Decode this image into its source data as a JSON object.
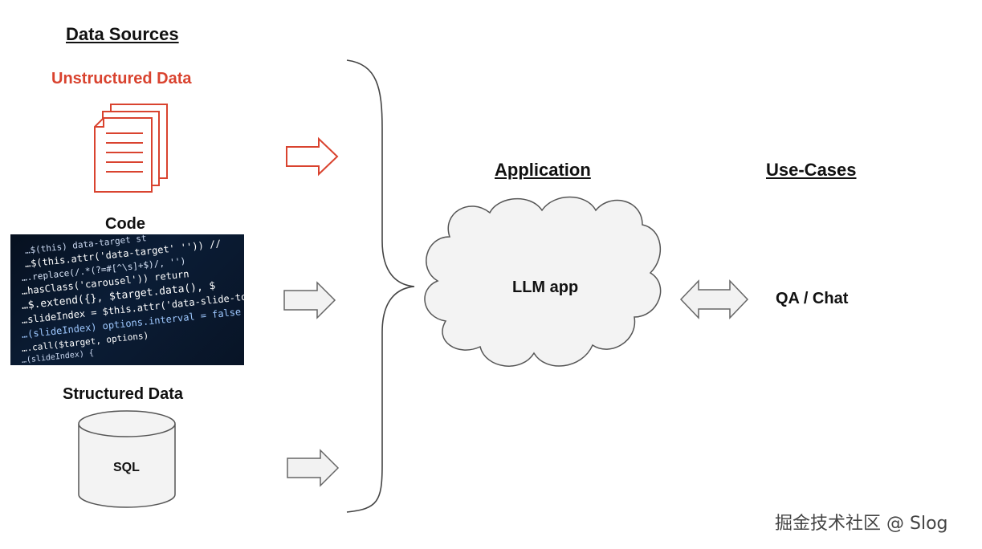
{
  "sources": {
    "heading": "Data Sources",
    "unstructured_label": "Unstructured Data",
    "code_label": "Code",
    "structured_label": "Structured Data",
    "sql_label": "SQL"
  },
  "code_image": {
    "lines": [
      "…$(this)      data-target       st",
      "…$(this.attr('data-target'  '')) //",
      "….replace(/.*(?=#[^\\s]+$)/, '')",
      "…hasClass('carousel')) return",
      "…$.extend({}, $target.data(), $",
      "…slideIndex = $this.attr('data-slide-to')",
      "…(slideIndex) options.interval = false",
      "….call($target, options)",
      "…(slideIndex) {"
    ]
  },
  "application": {
    "heading": "Application",
    "cloud_label": "LLM app"
  },
  "use_cases": {
    "heading": "Use-Cases",
    "item": "QA / Chat"
  },
  "colors": {
    "accent_red": "#d9432f",
    "arrow_gray_fill": "#f2f2f2",
    "stroke_gray": "#666666"
  },
  "watermark": "掘金技术社区 @ Slog"
}
